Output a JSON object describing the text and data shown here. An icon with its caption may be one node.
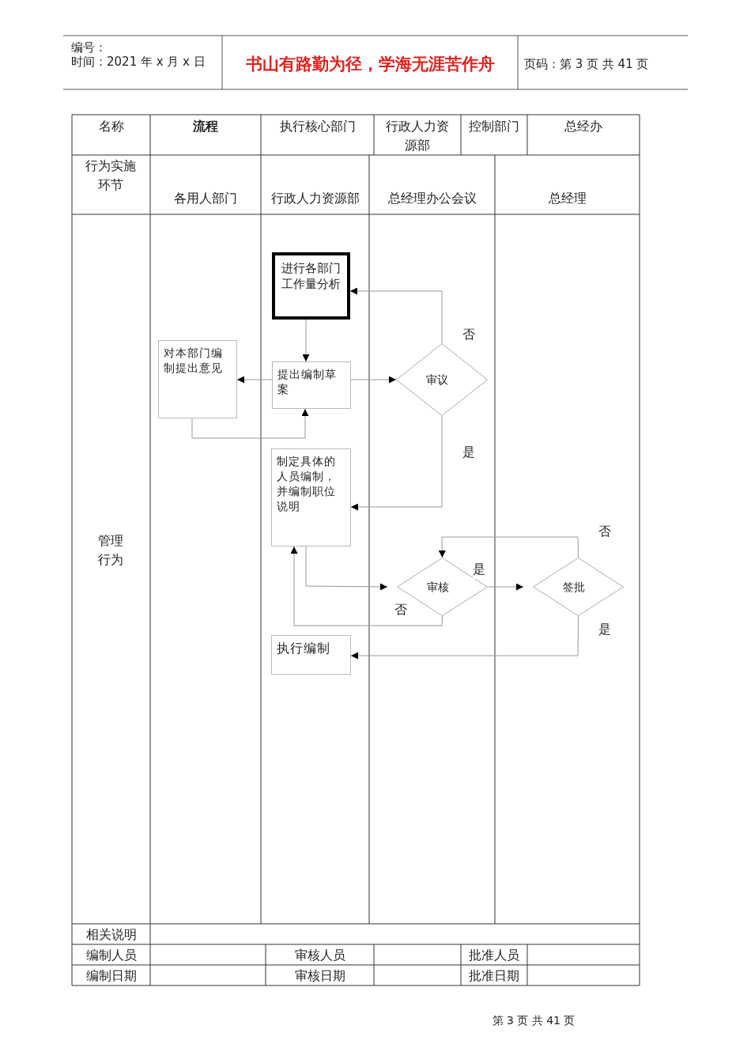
{
  "diagram": {
    "nodes": [
      {
        "text": [
          "进行各部门工作量分析"
        ]
      },
      {
        "text": [
          "提出编制草案"
        ]
      },
      {
        "text": [
          "对本部门编制提出意见"
        ]
      },
      {
        "text": [
          "审议"
        ]
      },
      {
        "text": [
          "制定具体的人员编制，并编制职位说明"
        ]
      },
      {
        "text": [
          "审核"
        ]
      },
      {
        "text": [
          "签批"
        ]
      },
      {
        "text": [
          "执行编制"
        ]
      }
    ],
    "edges": [
      {
        "from": 0,
        "to": 1,
        "arrow": "to"
      },
      {
        "from": 1,
        "to": 2,
        "arrow": "to"
      },
      {
        "from": 2,
        "to": 1,
        "arrow": "to"
      },
      {
        "from": 1,
        "to": 3,
        "arrow": "to"
      },
      {
        "from": 3,
        "to": 0,
        "arrow": "to",
        "label": "否"
      },
      {
        "from": 3,
        "to": 4,
        "arrow": "to",
        "label": "是"
      },
      {
        "from": 4,
        "to": 5,
        "arrow": "to"
      },
      {
        "from": 5,
        "to": 4,
        "arrow": "to",
        "label": "否"
      },
      {
        "from": 5,
        "to": 6,
        "arrow": "to",
        "label": "是"
      },
      {
        "from": 6,
        "to": 5,
        "arrow": "to",
        "label": "否"
      },
      {
        "from": 6,
        "to": 7,
        "arrow": "to",
        "label": "是"
      }
    ],
    "labels": [
      "编号：",
      "时间：2021 年 x 月 x 日",
      "书山有路勤为径，学海无涯苦作舟",
      "页码：第 3 页 共 41 页",
      "名称",
      "流程",
      "执行核心部门",
      "行政人力资源部",
      "控制部门",
      "总经办",
      "行为实施环节",
      "各用人部门",
      "行政人力资源部",
      "总经理办公会议",
      "总经理",
      "管理行为",
      "相关说明",
      "编制人员",
      "审核人员",
      "批准人员",
      "编制日期",
      "审核日期",
      "批准日期",
      "第 3 页 共 41 页"
    ]
  }
}
